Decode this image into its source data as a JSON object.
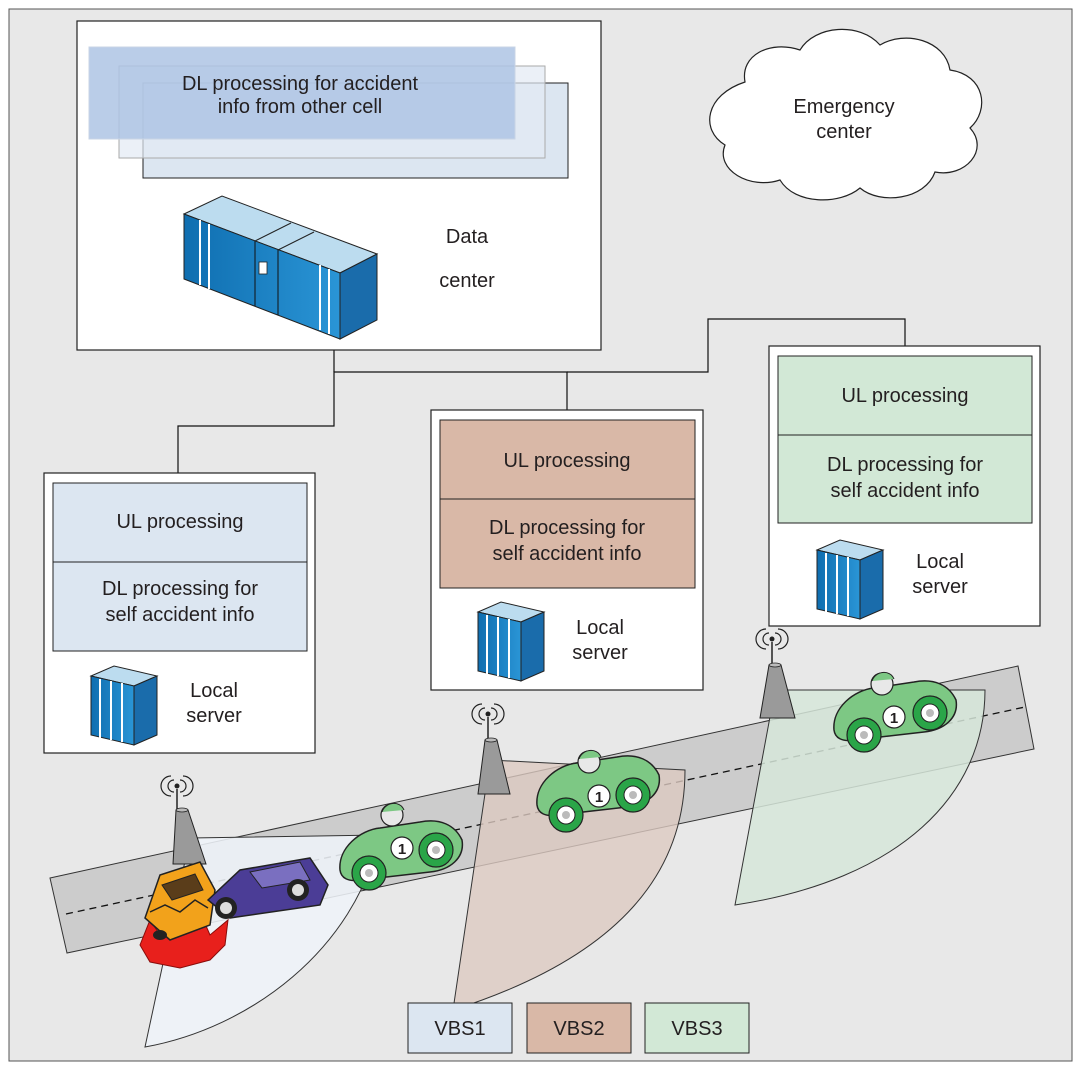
{
  "data_center": {
    "dl_label_line1": "DL processing for accident",
    "dl_label_line2": "info from other cell",
    "label_line1": "Data",
    "label_line2": "center"
  },
  "emergency_center": {
    "label_line1": "Emergency",
    "label_line2": "center"
  },
  "local_servers": [
    {
      "ul_label": "UL processing",
      "dl_label_line1": "DL processing for",
      "dl_label_line2": "self accident info",
      "server_line1": "Local",
      "server_line2": "server",
      "fill": "#dce6f1"
    },
    {
      "ul_label": "UL processing",
      "dl_label_line1": "DL processing for",
      "dl_label_line2": "self accident info",
      "server_line1": "Local",
      "server_line2": "server",
      "fill": "#d9b8a7"
    },
    {
      "ul_label": "UL processing",
      "dl_label_line1": "DL processing for",
      "dl_label_line2": "self accident info",
      "server_line1": "Local",
      "server_line2": "server",
      "fill": "#d2e8d6"
    }
  ],
  "legend": [
    {
      "label": "VBS1",
      "color": "#dce6f1"
    },
    {
      "label": "VBS2",
      "color": "#d9b8a7"
    },
    {
      "label": "VBS3",
      "color": "#d2e8d6"
    }
  ],
  "car_number": "1",
  "colors": {
    "background": "#e8e8e8",
    "server_blue": "#1a7fc4",
    "server_light": "#bcdcef",
    "road": "#cccccc",
    "car_green": "#7dc884",
    "wheel_green": "#2aa548"
  }
}
